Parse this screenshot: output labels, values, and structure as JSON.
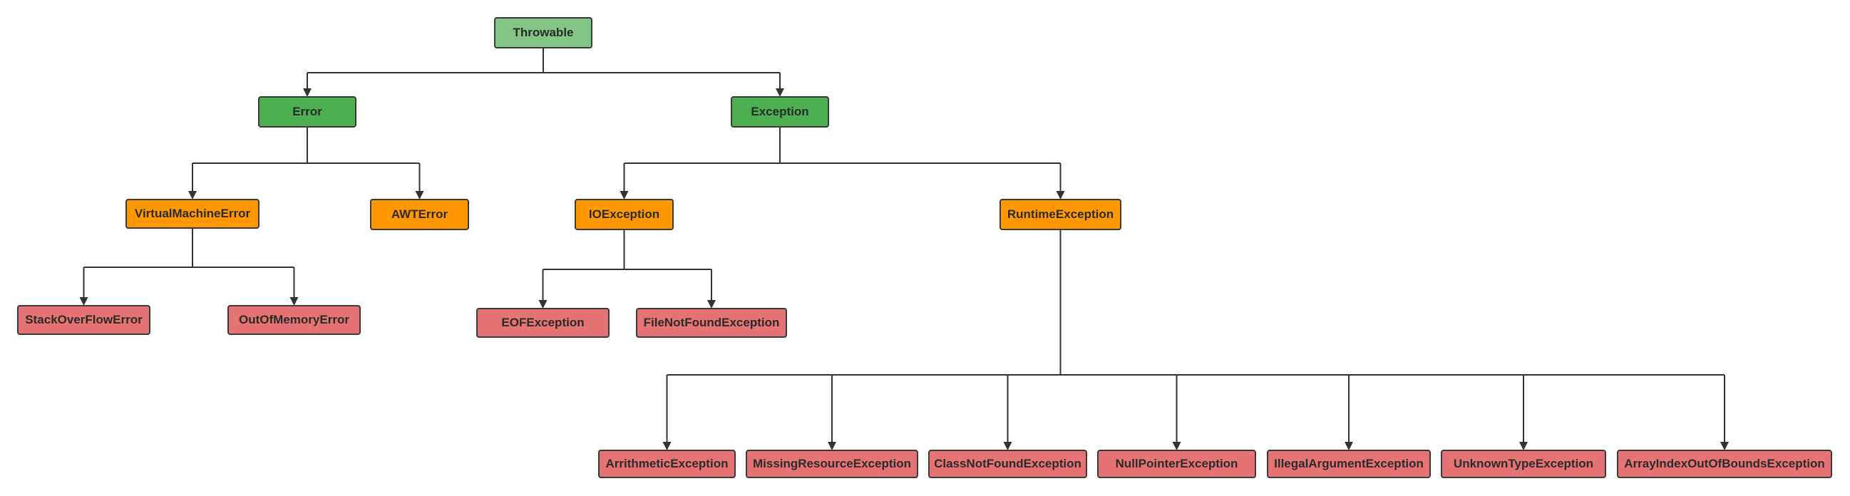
{
  "colors": {
    "root": "#82c585",
    "category": "#4caf50",
    "subcategory": "#ff9800",
    "leaf": "#e57373",
    "border": "#3a3a3a",
    "connector": "#333333"
  },
  "nodes": {
    "throwable": "Throwable",
    "error": "Error",
    "exception": "Exception",
    "virtual_machine_error": "VirtualMachineError",
    "awt_error": "AWTError",
    "io_exception": "IOException",
    "runtime_exception": "RuntimeException",
    "stack_overflow_error": "StackOverFlowError",
    "out_of_memory_error": "OutOfMemoryError",
    "eof_exception": "EOFException",
    "file_not_found_exception": "FileNotFoundException",
    "arithmetic_exception": "ArrithmeticException",
    "missing_resource_exception": "MissingResourceException",
    "class_not_found_exception": "ClassNotFoundException",
    "null_pointer_exception": "NullPointerException",
    "illegal_argument_exception": "IllegalArgumentException",
    "unknown_type_exception": "UnknownTypeException",
    "array_index_out_of_bounds_exception": "ArrayIndexOutOfBoundsException"
  },
  "edges": [
    [
      "throwable",
      "error"
    ],
    [
      "throwable",
      "exception"
    ],
    [
      "error",
      "virtual_machine_error"
    ],
    [
      "error",
      "awt_error"
    ],
    [
      "virtual_machine_error",
      "stack_overflow_error"
    ],
    [
      "virtual_machine_error",
      "out_of_memory_error"
    ],
    [
      "exception",
      "io_exception"
    ],
    [
      "exception",
      "runtime_exception"
    ],
    [
      "io_exception",
      "eof_exception"
    ],
    [
      "io_exception",
      "file_not_found_exception"
    ],
    [
      "runtime_exception",
      "arithmetic_exception"
    ],
    [
      "runtime_exception",
      "missing_resource_exception"
    ],
    [
      "runtime_exception",
      "class_not_found_exception"
    ],
    [
      "runtime_exception",
      "null_pointer_exception"
    ],
    [
      "runtime_exception",
      "illegal_argument_exception"
    ],
    [
      "runtime_exception",
      "unknown_type_exception"
    ],
    [
      "runtime_exception",
      "array_index_out_of_bounds_exception"
    ]
  ]
}
